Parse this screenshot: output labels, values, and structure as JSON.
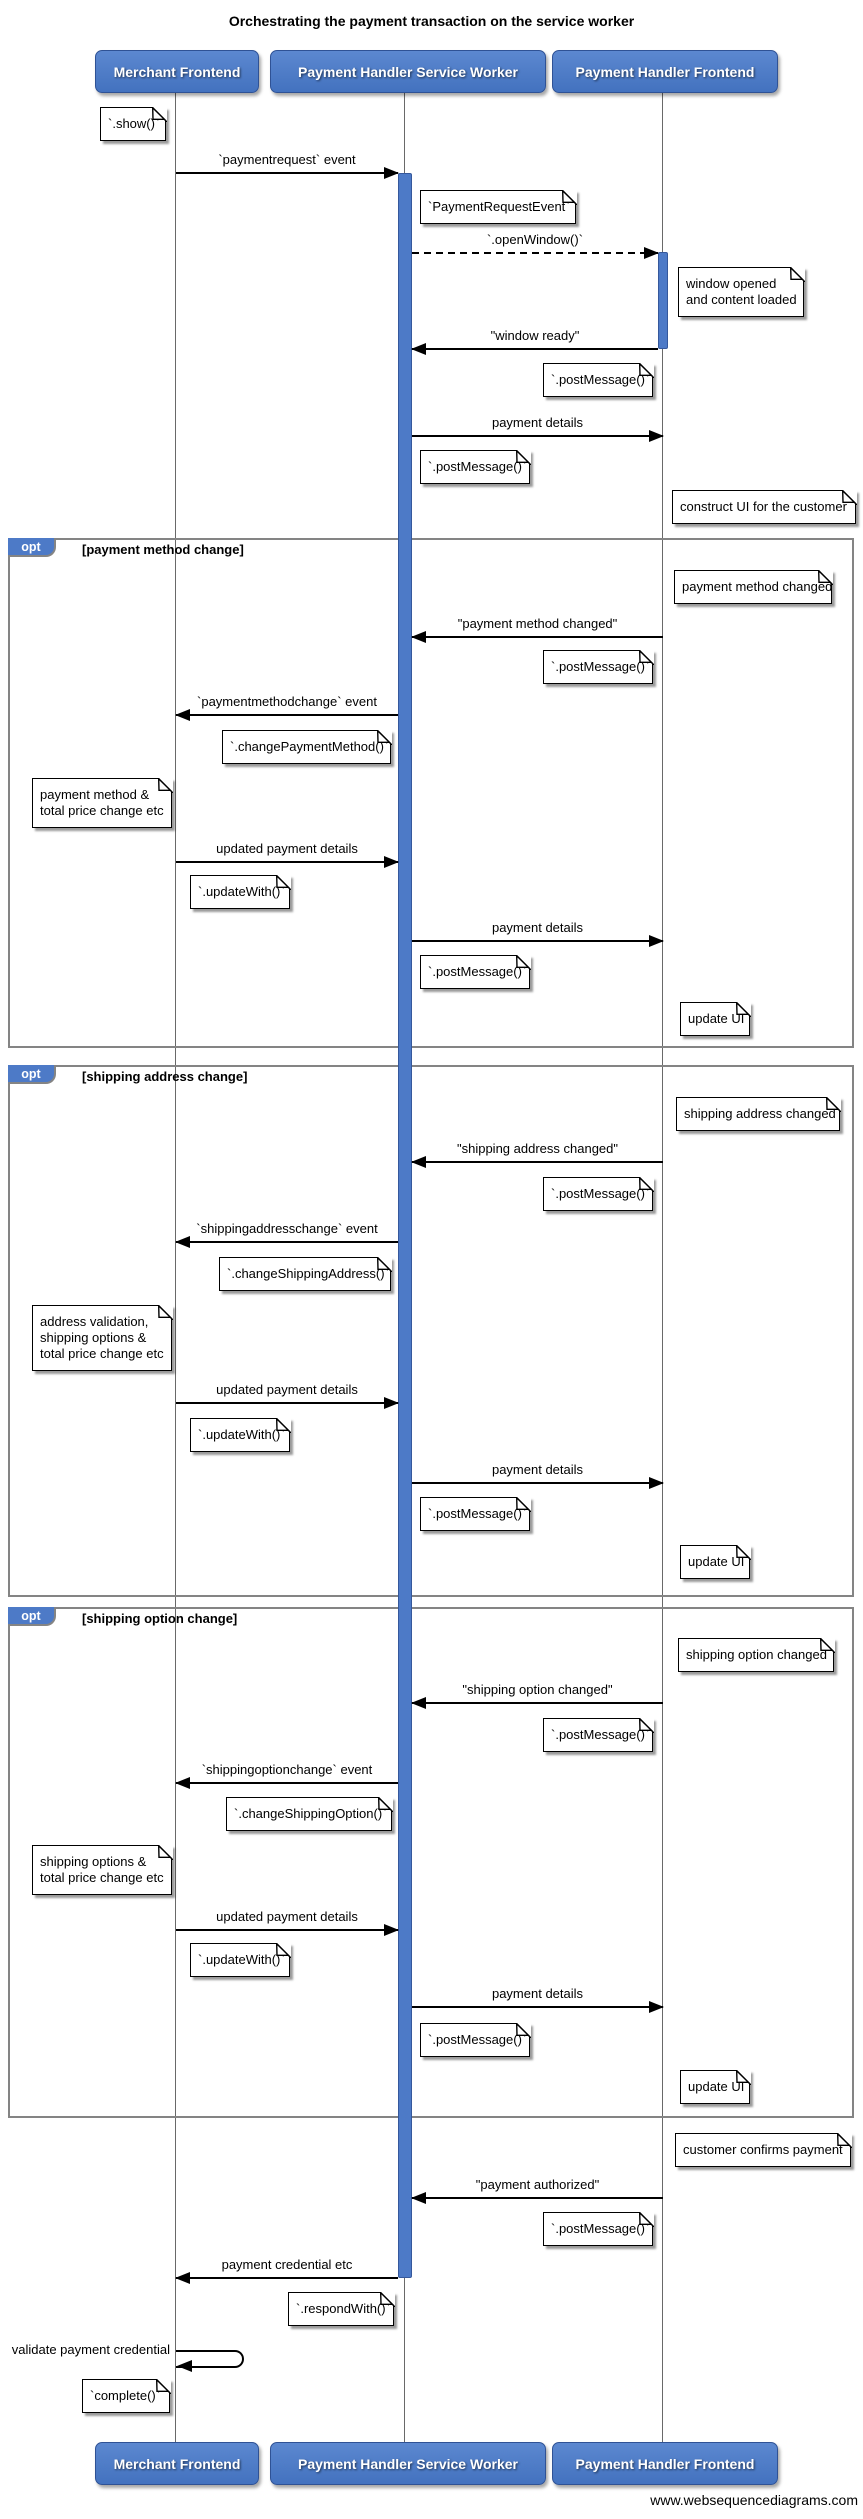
{
  "title": "Orchestrating the payment transaction on the service worker",
  "credit": "www.websequencediagrams.com",
  "colors": {
    "actor_blue": "#4d7ac7",
    "actor_border": "#2f5295",
    "frame_gray": "#848484",
    "line_black": "#000000",
    "note_bg": "#ffffff"
  },
  "actors": [
    {
      "label": "Merchant Frontend"
    },
    {
      "label": "Payment Handler Service Worker"
    },
    {
      "label": "Payment Handler Frontend"
    }
  ],
  "fragments": [
    {
      "operator": "opt",
      "guard": "[payment method change]"
    },
    {
      "operator": "opt",
      "guard": "[shipping address change]"
    },
    {
      "operator": "opt",
      "guard": "[shipping option change]"
    }
  ],
  "messages": [
    {
      "label": "`paymentrequest` event"
    },
    {
      "label": "`.openWindow()`"
    },
    {
      "label": "\"window ready\""
    },
    {
      "label": "payment details"
    },
    {
      "label": "\"payment method changed\""
    },
    {
      "label": "`paymentmethodchange` event"
    },
    {
      "label": "updated payment details"
    },
    {
      "label": "payment details"
    },
    {
      "label": "\"shipping address changed\""
    },
    {
      "label": "`shippingaddresschange` event"
    },
    {
      "label": "updated payment details"
    },
    {
      "label": "payment details"
    },
    {
      "label": "\"shipping option changed\""
    },
    {
      "label": "`shippingoptionchange` event"
    },
    {
      "label": "updated payment details"
    },
    {
      "label": "payment details"
    },
    {
      "label": "\"payment authorized\""
    },
    {
      "label": "payment credential etc"
    },
    {
      "label": "validate payment credential"
    }
  ],
  "notes": [
    {
      "text": "`.show()`"
    },
    {
      "text": "`PaymentRequestEvent`"
    },
    {
      "text": "window opened\nand content loaded"
    },
    {
      "text": "`.postMessage()`"
    },
    {
      "text": "`.postMessage()`"
    },
    {
      "text": "construct UI for the customer"
    },
    {
      "text": "payment method changed"
    },
    {
      "text": "`.postMessage()`"
    },
    {
      "text": "`.changePaymentMethod()`"
    },
    {
      "text": "payment method &\ntotal price change etc"
    },
    {
      "text": "`.updateWith()`"
    },
    {
      "text": "`.postMessage()`"
    },
    {
      "text": "update UI"
    },
    {
      "text": "shipping address changed"
    },
    {
      "text": "`.postMessage()`"
    },
    {
      "text": "`.changeShippingAddress()`"
    },
    {
      "text": "address validation,\nshipping options &\ntotal price change etc"
    },
    {
      "text": "`.updateWith()`"
    },
    {
      "text": "`.postMessage()`"
    },
    {
      "text": "update UI"
    },
    {
      "text": "shipping option changed"
    },
    {
      "text": "`.postMessage()`"
    },
    {
      "text": "`.changeShippingOption()`"
    },
    {
      "text": "shipping options &\ntotal price change etc"
    },
    {
      "text": "`.updateWith()`"
    },
    {
      "text": "`.postMessage()`"
    },
    {
      "text": "update UI"
    },
    {
      "text": "customer confirms payment"
    },
    {
      "text": "`.postMessage()`"
    },
    {
      "text": "`.respondWith()`"
    },
    {
      "text": "`complete()`"
    }
  ]
}
